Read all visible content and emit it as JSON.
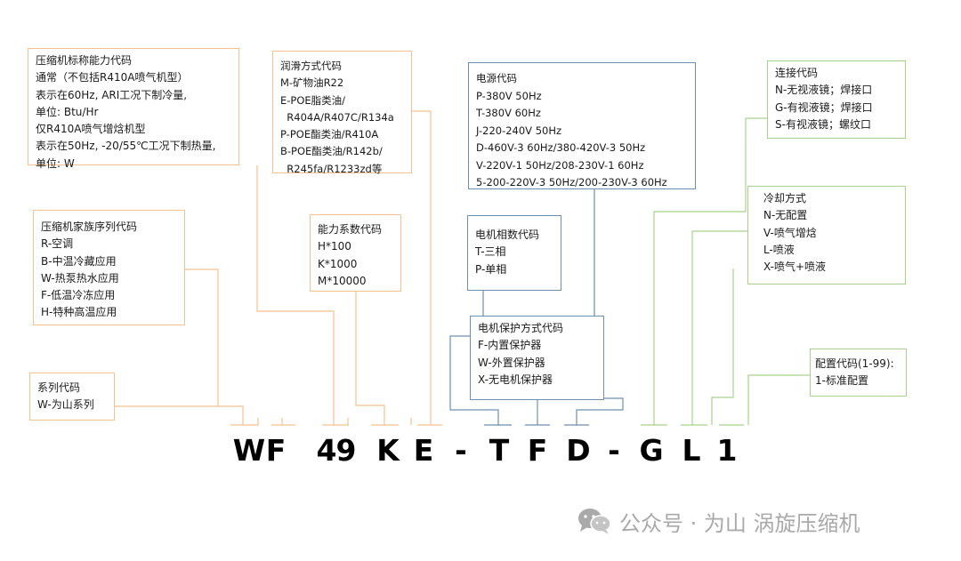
{
  "boxes": {
    "capacity": {
      "title": "压缩机标称能力代码",
      "lines": [
        "通常（不包括R410A喷气机型）",
        "表示在60Hz, ARI工况下制冷量,",
        "单位: Btu/Hr",
        "仅R410A喷气增焓机型",
        "表示在50Hz, -20/55℃工况下制热量,",
        "单位: W"
      ]
    },
    "family": {
      "title": "压缩机家族序列代码",
      "lines": [
        "R-空调",
        "B-中温冷藏应用",
        "W-热泵热水应用",
        "F-低温冷冻应用",
        "H-特种高温应用"
      ]
    },
    "series": {
      "title": "系列代码",
      "lines": [
        "W-为山系列"
      ]
    },
    "lubrication": {
      "title": "润滑方式代码",
      "lines": [
        "M-矿物油R22",
        "E-POE脂类油/",
        "  R404A/R407C/R134a",
        "P-POE酯类油/R410A",
        "B-POE酯类油/R142b/",
        "  R245fa/R1233zd等"
      ]
    },
    "capacity_factor": {
      "title": "能力系数代码",
      "lines": [
        "H*100",
        "K*1000",
        "M*10000"
      ]
    },
    "power": {
      "title": "电源代码",
      "lines": [
        "P-380V 50Hz",
        "T-380V 60Hz",
        "J-220-240V 50Hz",
        "D-460V-3 60Hz/380-420V-3 50Hz",
        "V-220V-1 50Hz/208-230V-1 60Hz",
        "5-200-220V-3 50Hz/200-230V-3 60Hz"
      ]
    },
    "phase": {
      "title": "电机相数代码",
      "lines": [
        "T-三相",
        "P-单相"
      ]
    },
    "protection": {
      "title": "电机保护方式代码",
      "lines": [
        "F-内置保护器",
        "W-外置保护器",
        "X-无电机保护器"
      ]
    },
    "connection": {
      "title": "连接代码",
      "lines": [
        "N-无视液镜；焊接口",
        "G-有视液镜；焊接口",
        "S-有视液镜；螺纹口"
      ]
    },
    "cooling": {
      "title": "冷却方式",
      "lines": [
        "N-无配置",
        "V-喷气增焓",
        "L-喷液",
        "X-喷气+喷液"
      ]
    },
    "config": {
      "title": "配置代码(1-99):",
      "lines": [
        "1-标准配置"
      ]
    }
  },
  "model_code": [
    "W",
    "F",
    "4",
    "9",
    "K",
    "E",
    "-",
    "T",
    "F",
    "D",
    "-",
    "G",
    "L",
    "1"
  ],
  "watermark": {
    "text": "公众号 · 为山 涡旋压缩机",
    "icon": "wechat-icon"
  },
  "colors": {
    "orange": "#f2c28f",
    "blue": "#6f8fb0",
    "green": "#a9d18e",
    "text": "#1a1a1a",
    "watermark": "#a9a9a9"
  }
}
